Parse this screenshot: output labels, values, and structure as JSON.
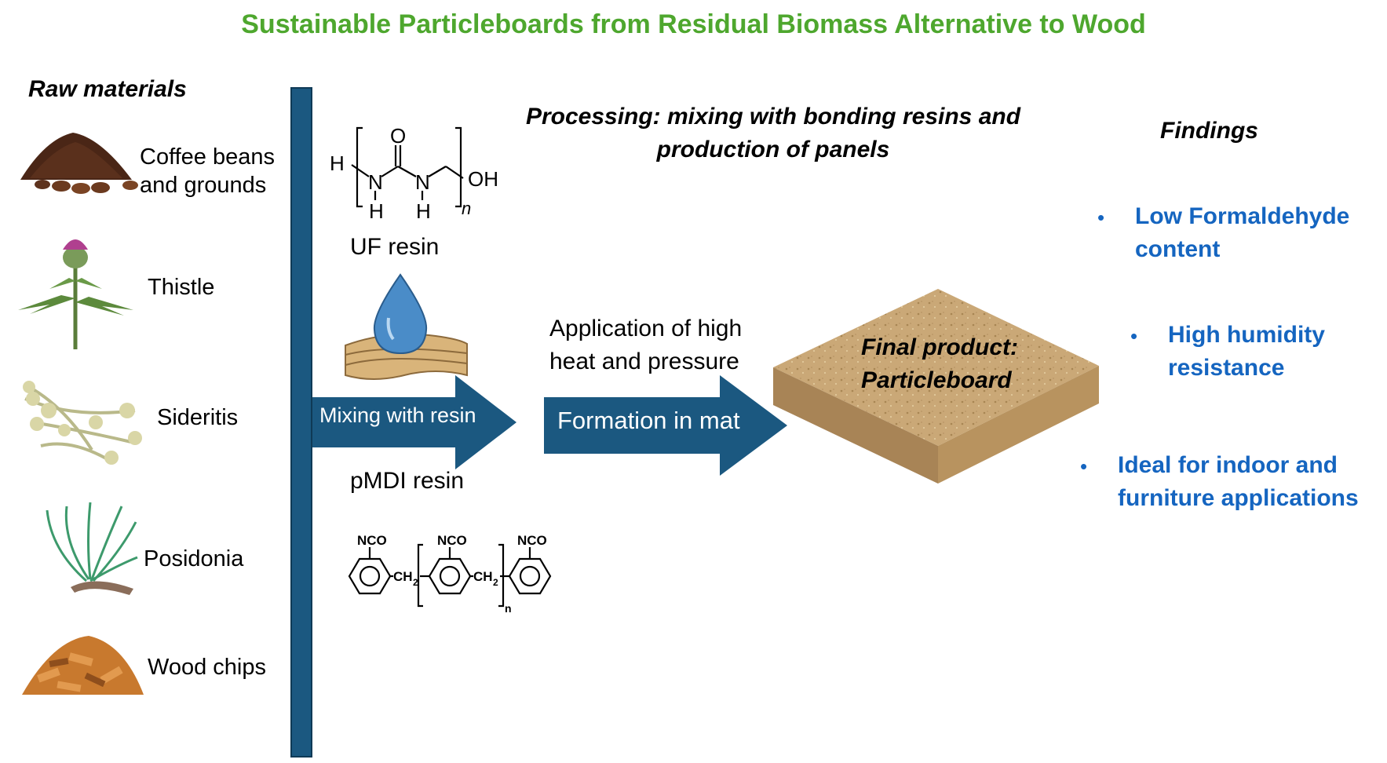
{
  "title": "Sustainable Particleboards from Residual Biomass Alternative to Wood",
  "raw_materials": {
    "heading": "Raw materials",
    "items": [
      {
        "label_line1": "Coffee beans",
        "label_line2": "and grounds",
        "icon": "coffee-grounds-icon"
      },
      {
        "label": "Thistle",
        "icon": "thistle-icon"
      },
      {
        "label": "Sideritis",
        "icon": "sideritis-icon"
      },
      {
        "label": "Posidonia",
        "icon": "posidonia-icon"
      },
      {
        "label": "Wood chips",
        "icon": "wood-chips-icon"
      }
    ]
  },
  "processing": {
    "heading_line1": "Processing: mixing with bonding resins and",
    "heading_line2": "production of panels",
    "uf_resin_label": "UF resin",
    "pmdi_resin_label": "pMDI resin",
    "uf_formula": {
      "h": "H",
      "o": "O",
      "n": "N",
      "oh": "OH",
      "sub_n": "n"
    },
    "pmdi_formula": {
      "nco": "NCO",
      "ch2": "CH",
      "two": "2",
      "sub_n": "n"
    },
    "arrow1_label": "Mixing with resin",
    "arrow2_label": "Formation in mat",
    "heat_line1": "Application of high",
    "heat_line2": "heat and pressure"
  },
  "product": {
    "line1": "Final product:",
    "line2": "Particleboard"
  },
  "findings": {
    "heading": "Findings",
    "items": [
      {
        "line1": "Low Formaldehyde",
        "line2": "content"
      },
      {
        "line1": "High humidity",
        "line2": "resistance"
      },
      {
        "line1": "Ideal for indoor and",
        "line2": "furniture applications"
      }
    ]
  },
  "colors": {
    "title": "#4EA72E",
    "bar": "#1B5880",
    "findings": "#1565C0",
    "board": "#C9A873"
  }
}
